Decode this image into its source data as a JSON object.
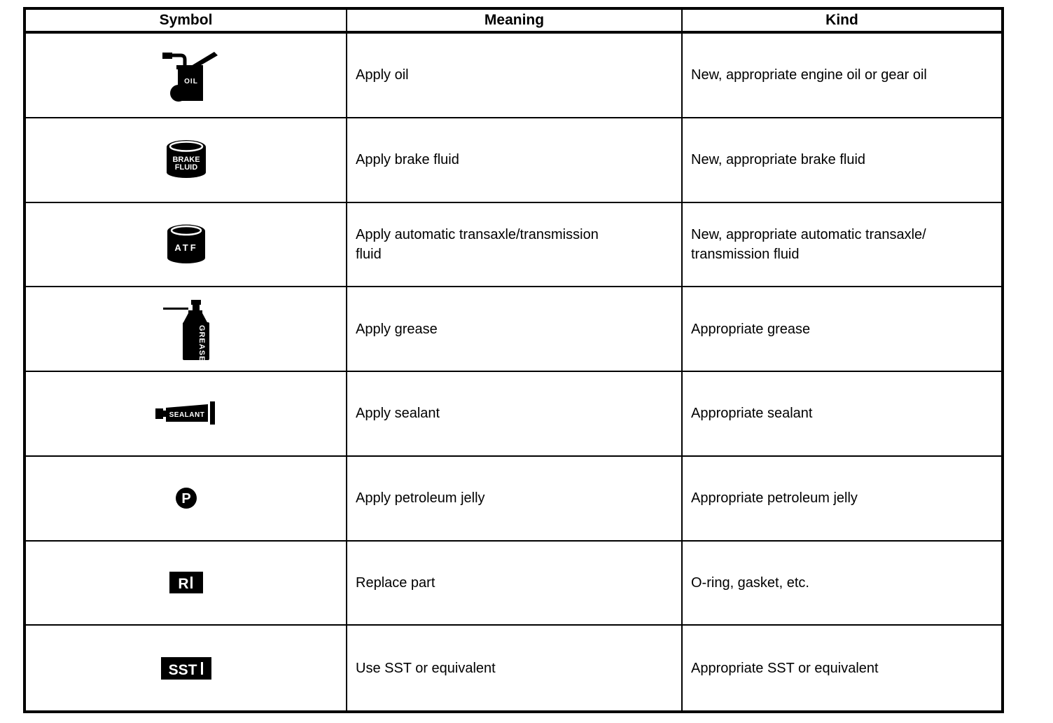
{
  "table": {
    "headers": {
      "symbol": "Symbol",
      "meaning": "Meaning",
      "kind": "Kind"
    },
    "rows": [
      {
        "icon": "oil-can-icon",
        "icon_label": "OIL",
        "meaning": "Apply oil",
        "kind": "New, appropriate engine oil or gear oil"
      },
      {
        "icon": "brake-fluid-can-icon",
        "icon_lines": [
          "BRAKE",
          "FLUID"
        ],
        "meaning": "Apply brake fluid",
        "kind": "New, appropriate brake fluid"
      },
      {
        "icon": "atf-can-icon",
        "icon_label": "ATF",
        "meaning": "Apply automatic transaxle/transmission\nfluid",
        "kind": "New, appropriate automatic transaxle/\ntransmission fluid"
      },
      {
        "icon": "grease-can-icon",
        "icon_label": "GREASE",
        "meaning": "Apply grease",
        "kind": "Appropriate grease"
      },
      {
        "icon": "sealant-tube-icon",
        "icon_label": "SEALANT",
        "meaning": "Apply sealant",
        "kind": "Appropriate sealant"
      },
      {
        "icon": "petroleum-jelly-icon",
        "icon_label": "P",
        "meaning": "Apply petroleum jelly",
        "kind": "Appropriate petroleum jelly"
      },
      {
        "icon": "replace-part-icon",
        "icon_label": "R",
        "meaning": "Replace part",
        "kind": "O-ring, gasket, etc."
      },
      {
        "icon": "sst-icon",
        "icon_label": "SST",
        "meaning": "Use SST or equivalent",
        "kind": "Appropriate SST or equivalent"
      }
    ],
    "colors": {
      "border": "#000000",
      "icon_fill": "#000000",
      "icon_text": "#ffffff",
      "background": "#ffffff"
    }
  }
}
